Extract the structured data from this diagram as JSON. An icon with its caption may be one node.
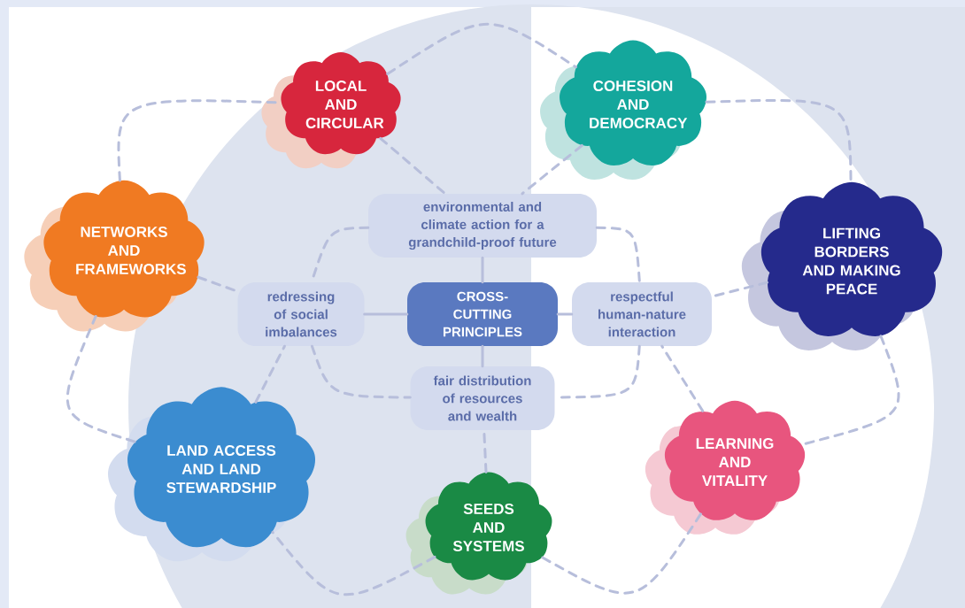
{
  "diagram": {
    "nodes": [
      {
        "text": [
          "LOCAL AND CIRCULAR"
        ]
      },
      {
        "text": [
          "COHESION AND DEMOCRACY"
        ]
      },
      {
        "text": [
          "NETWORKS AND FRAMEWORKS"
        ]
      },
      {
        "text": [
          "environmental and climate action for a grandchild-proof future"
        ]
      },
      {
        "text": [
          "LIFTING BORDERS AND MAKING PEACE"
        ]
      },
      {
        "text": [
          "redressing of social imbalances"
        ]
      },
      {
        "text": [
          "CROSS-CUTTING PRINCIPLES"
        ]
      },
      {
        "text": [
          "respectful human-nature interaction"
        ]
      },
      {
        "text": [
          "fair distribution of resources and wealth"
        ]
      },
      {
        "text": [
          "LAND ACCESS AND LAND STEWARDSHIP"
        ]
      },
      {
        "text": [
          "LEARNING AND VITALITY"
        ]
      },
      {
        "text": [
          "SEEDS AND SYSTEMS"
        ]
      }
    ],
    "edges": [
      {
        "from": 6,
        "to": 3,
        "arrow": "none"
      },
      {
        "from": 6,
        "to": 5,
        "arrow": "none"
      },
      {
        "from": 6,
        "to": 7,
        "arrow": "none"
      },
      {
        "from": 6,
        "to": 8,
        "arrow": "none"
      },
      {
        "from": 3,
        "to": 5,
        "arrow": "none",
        "style": "dashed"
      },
      {
        "from": 3,
        "to": 7,
        "arrow": "none",
        "style": "dashed"
      },
      {
        "from": 5,
        "to": 8,
        "arrow": "none",
        "style": "dashed"
      },
      {
        "from": 7,
        "to": 8,
        "arrow": "none",
        "style": "dashed"
      },
      {
        "from": 0,
        "to": 3,
        "arrow": "none",
        "style": "dashed"
      },
      {
        "from": 1,
        "to": 3,
        "arrow": "none",
        "style": "dashed"
      },
      {
        "from": 2,
        "to": 5,
        "arrow": "none",
        "style": "dashed"
      },
      {
        "from": 9,
        "to": 5,
        "arrow": "none",
        "style": "dashed"
      },
      {
        "from": 4,
        "to": 7,
        "arrow": "none",
        "style": "dashed"
      },
      {
        "from": 10,
        "to": 7,
        "arrow": "none",
        "style": "dashed"
      },
      {
        "from": 11,
        "to": 8,
        "arrow": "none",
        "style": "dashed"
      },
      {
        "from": 0,
        "to": 1,
        "arrow": "none",
        "style": "dashed"
      },
      {
        "from": 1,
        "to": 4,
        "arrow": "none",
        "style": "dashed"
      },
      {
        "from": 4,
        "to": 10,
        "arrow": "none",
        "style": "dashed"
      },
      {
        "from": 10,
        "to": 11,
        "arrow": "none",
        "style": "dashed"
      },
      {
        "from": 11,
        "to": 9,
        "arrow": "none",
        "style": "dashed"
      },
      {
        "from": 9,
        "to": 2,
        "arrow": "none",
        "style": "dashed"
      },
      {
        "from": 2,
        "to": 0,
        "arrow": "none",
        "style": "dashed"
      }
    ]
  }
}
